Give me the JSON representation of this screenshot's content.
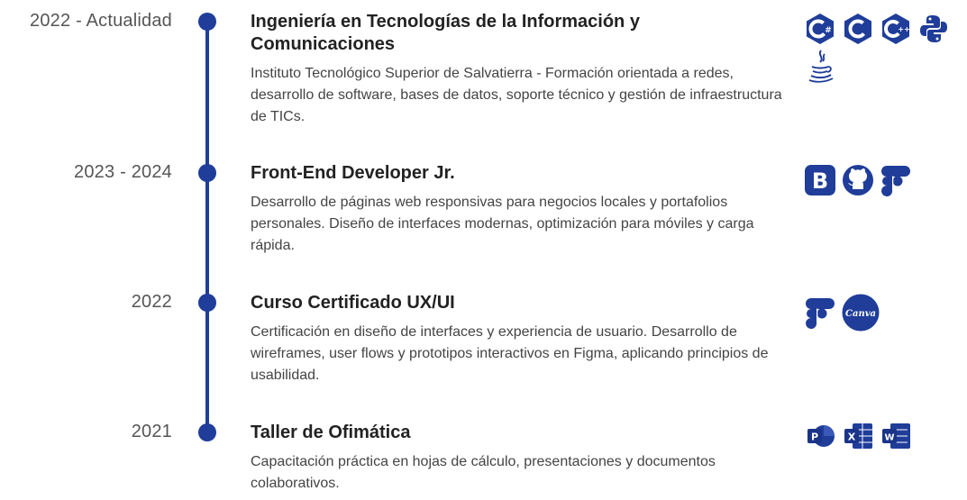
{
  "colors": {
    "accent": "#1f3d99",
    "year_text": "#555555",
    "body_text": "#444444"
  },
  "entries": [
    {
      "period": "2022 - Actualidad",
      "title": "Ingeniería en Tecnologías de la Información y Comunicaciones",
      "description": "Instituto Tecnológico Superior de Salvatierra - Formación orientada a redes, desarrollo de software, bases de datos, soporte técnico y gestión de infraestructura de TICs.",
      "icons": [
        "csharp-icon",
        "c-icon",
        "cplusplus-icon",
        "python-icon",
        "java-icon"
      ]
    },
    {
      "period": "2023 - 2024",
      "title": "Front-End Developer Jr.",
      "description": "Desarrollo de páginas web responsivas para negocios locales y portafolios personales. Diseño de interfaces modernas, optimización para móviles y carga rápida.",
      "icons": [
        "bootstrap-icon",
        "github-icon",
        "figma-icon"
      ]
    },
    {
      "period": "2022",
      "title": "Curso Certificado UX/UI",
      "description": "Certificación en diseño de interfaces y experiencia de usuario. Desarrollo de wireframes, user flows y prototipos interactivos en Figma, aplicando principios de usabilidad.",
      "icons": [
        "figma-icon",
        "canva-icon"
      ],
      "canva_text": "Canva"
    },
    {
      "period": "2021",
      "title": "Taller de Ofimática",
      "description": "Capacitación práctica en hojas de cálculo, presentaciones y documentos colaborativos.",
      "icons": [
        "powerpoint-icon",
        "excel-icon",
        "word-icon"
      ],
      "icon_letters": {
        "powerpoint": "P",
        "excel": "X",
        "word": "W"
      }
    }
  ]
}
